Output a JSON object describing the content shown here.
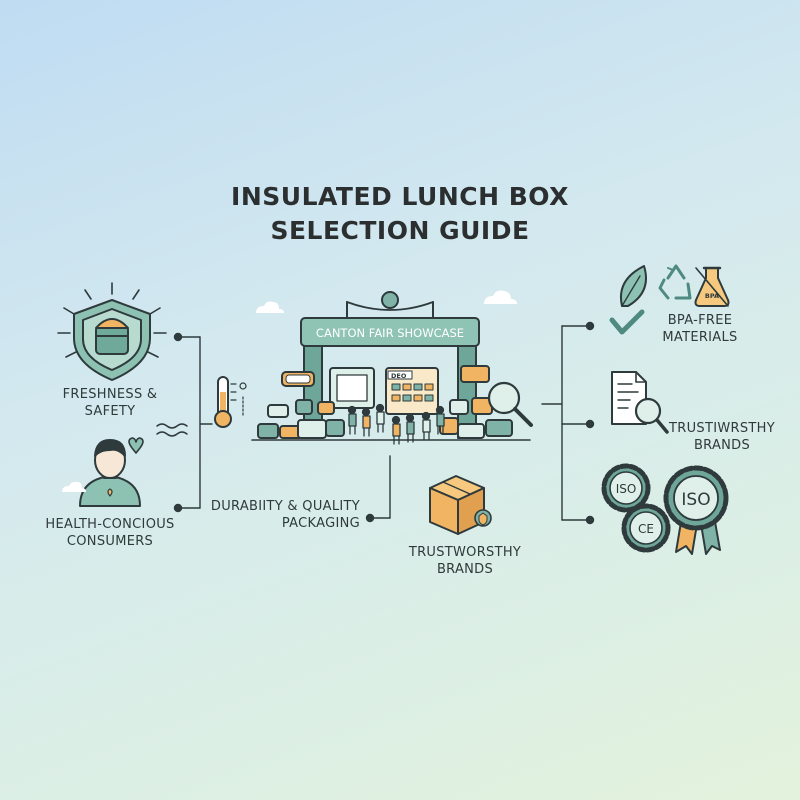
{
  "title": {
    "line1": "INSULATED LUNCH BOX",
    "line2": "SELECTION GUIDE"
  },
  "left": {
    "freshness": {
      "line1": "FRESHNESS &",
      "line2": "SAFETY"
    },
    "consumers": {
      "line1": "HEALTH-CONCIOUS",
      "line2": "CONSUMERS"
    }
  },
  "center": {
    "banner": "CANTON FAIR SHOWCASE",
    "booth_sign": "DEO",
    "durability": {
      "line1": "DURABIITY & QUALITY",
      "line2": "PACKAGING"
    },
    "trust_box": {
      "line1": "TRUSTWORSTHY",
      "line2": "BRANDS"
    }
  },
  "right": {
    "bpa": {
      "line1": "BPA-FREE",
      "line2": "MATERIALS",
      "flask_text": "BPA"
    },
    "trust": {
      "line1": "TRUSTIWRSTHY",
      "line2": "BRANDS"
    },
    "cert": {
      "gear1": "ISO",
      "gear2": "CE",
      "medal": "ISO"
    }
  },
  "colors": {
    "teal": "#7fb3a8",
    "teal_dark": "#4f8a80",
    "banner": "#8fc4b4",
    "orange": "#f0b463",
    "outline": "#2e3a3c"
  }
}
